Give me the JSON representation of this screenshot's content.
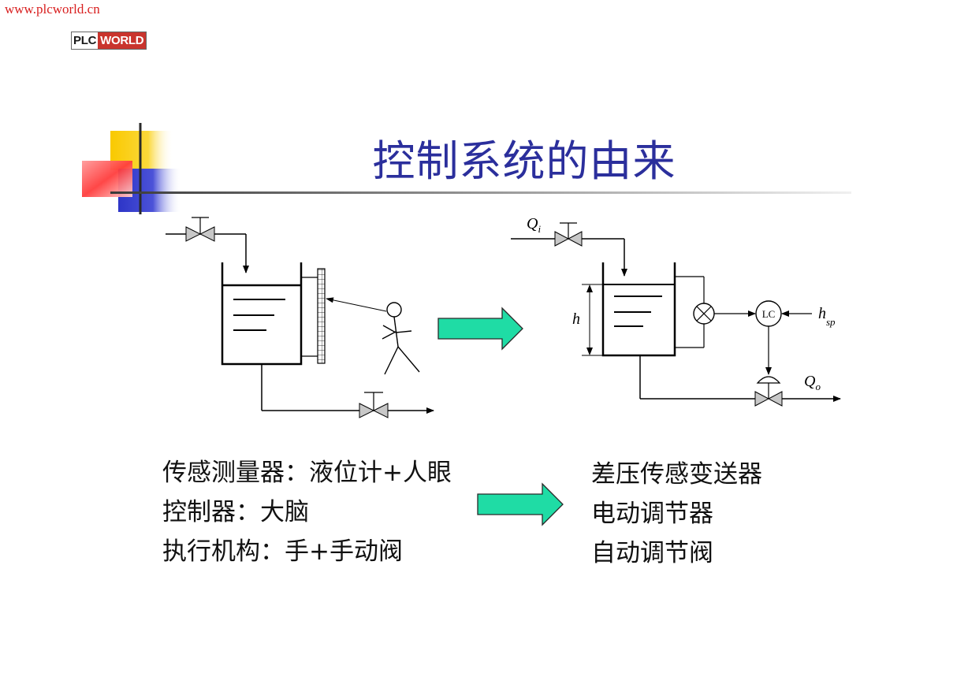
{
  "watermark": {
    "url": "www.plcworld.cn",
    "logo_plc": "PLC",
    "logo_world": "WORLD"
  },
  "title": "控制系统的由来",
  "diagram": {
    "inflow_label": "Q",
    "inflow_sub": "i",
    "outflow_label": "Q",
    "outflow_sub": "o",
    "level_label": "h",
    "setpoint_label": "h",
    "setpoint_sub": "sp",
    "controller_label": "LC"
  },
  "manual": {
    "sensor": "传感测量器：液位计+人眼",
    "controller": "控制器：大脑",
    "actuator": "执行机构：手+手动阀"
  },
  "automatic": {
    "sensor": "差压传感变送器",
    "controller": "电动调节器",
    "actuator": "自动调节阀"
  },
  "colors": {
    "title": "#2b2f9c",
    "arrow_fill": "#1fdca5",
    "watermark": "#d81e1e"
  }
}
